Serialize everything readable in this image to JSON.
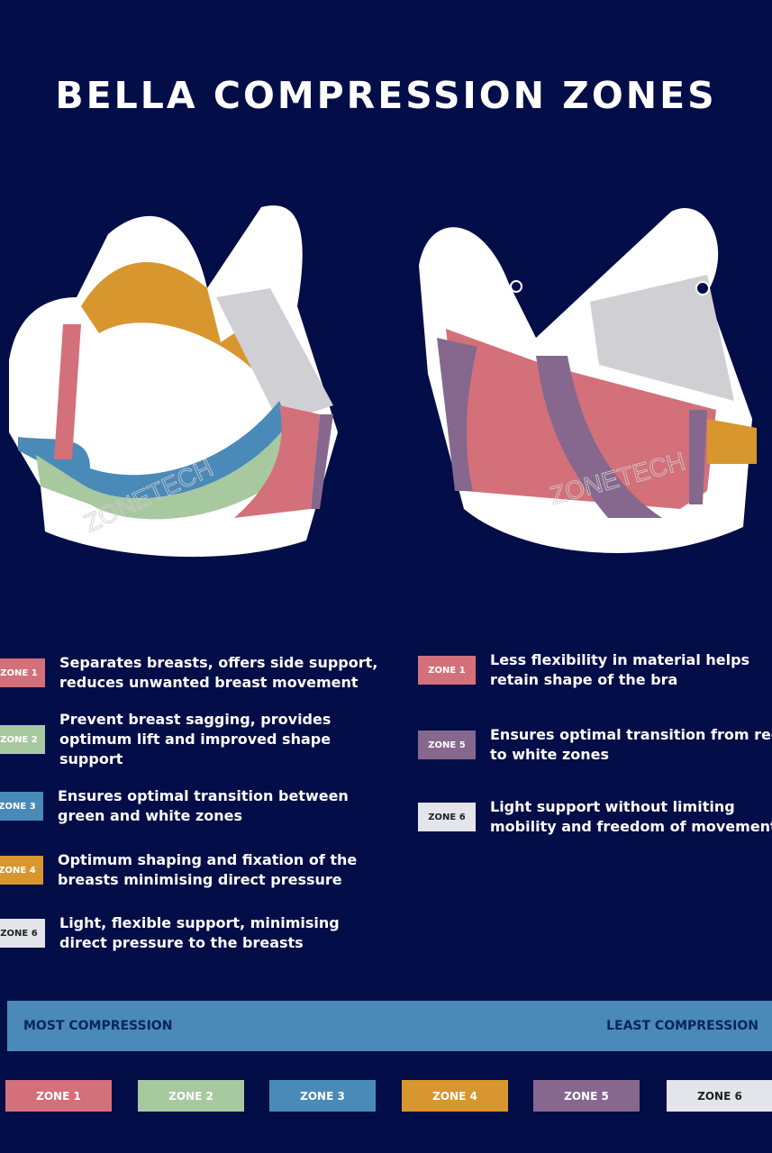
{
  "title": "BELLA COMPRESSION ZONES",
  "watermark": "ZONETECH",
  "colors": {
    "zone1": "#d4707a",
    "zone2": "#a8c8a0",
    "zone3": "#4a8ab8",
    "zone4": "#d8962e",
    "zone5": "#86688e",
    "zone6": "#e4e5ea",
    "background": "#030d47"
  },
  "front_legend": [
    {
      "zone": "ZONE 1",
      "text": "Separates breasts, offers side support,\nreduces unwanted breast movement"
    },
    {
      "zone": "ZONE 2",
      "text": "Prevent breast sagging, provides\noptimum lift and improved shape\nsupport"
    },
    {
      "zone": "ZONE 3",
      "text": "Ensures optimal transition between\ngreen and white zones"
    },
    {
      "zone": "ZONE 4",
      "text": "Optimum shaping and fixation of the\nbreasts minimising direct pressure"
    },
    {
      "zone": "ZONE 6",
      "text": "Light, flexible support, minimising\ndirect pressure to the breasts"
    }
  ],
  "back_legend": [
    {
      "zone": "ZONE 1",
      "text": "Less flexibility in material helps\nretain shape of the bra"
    },
    {
      "zone": "ZONE 5",
      "text": "Ensures optimal transition from red\nto white zones"
    },
    {
      "zone": "ZONE 6",
      "text": "Light support without limiting\nmobility and freedom of movement"
    }
  ],
  "scale": {
    "most": "MOST COMPRESSION",
    "least": "LEAST COMPRESSION"
  },
  "zones": [
    "ZONE 1",
    "ZONE 2",
    "ZONE 3",
    "ZONE 4",
    "ZONE 5",
    "ZONE 6"
  ]
}
